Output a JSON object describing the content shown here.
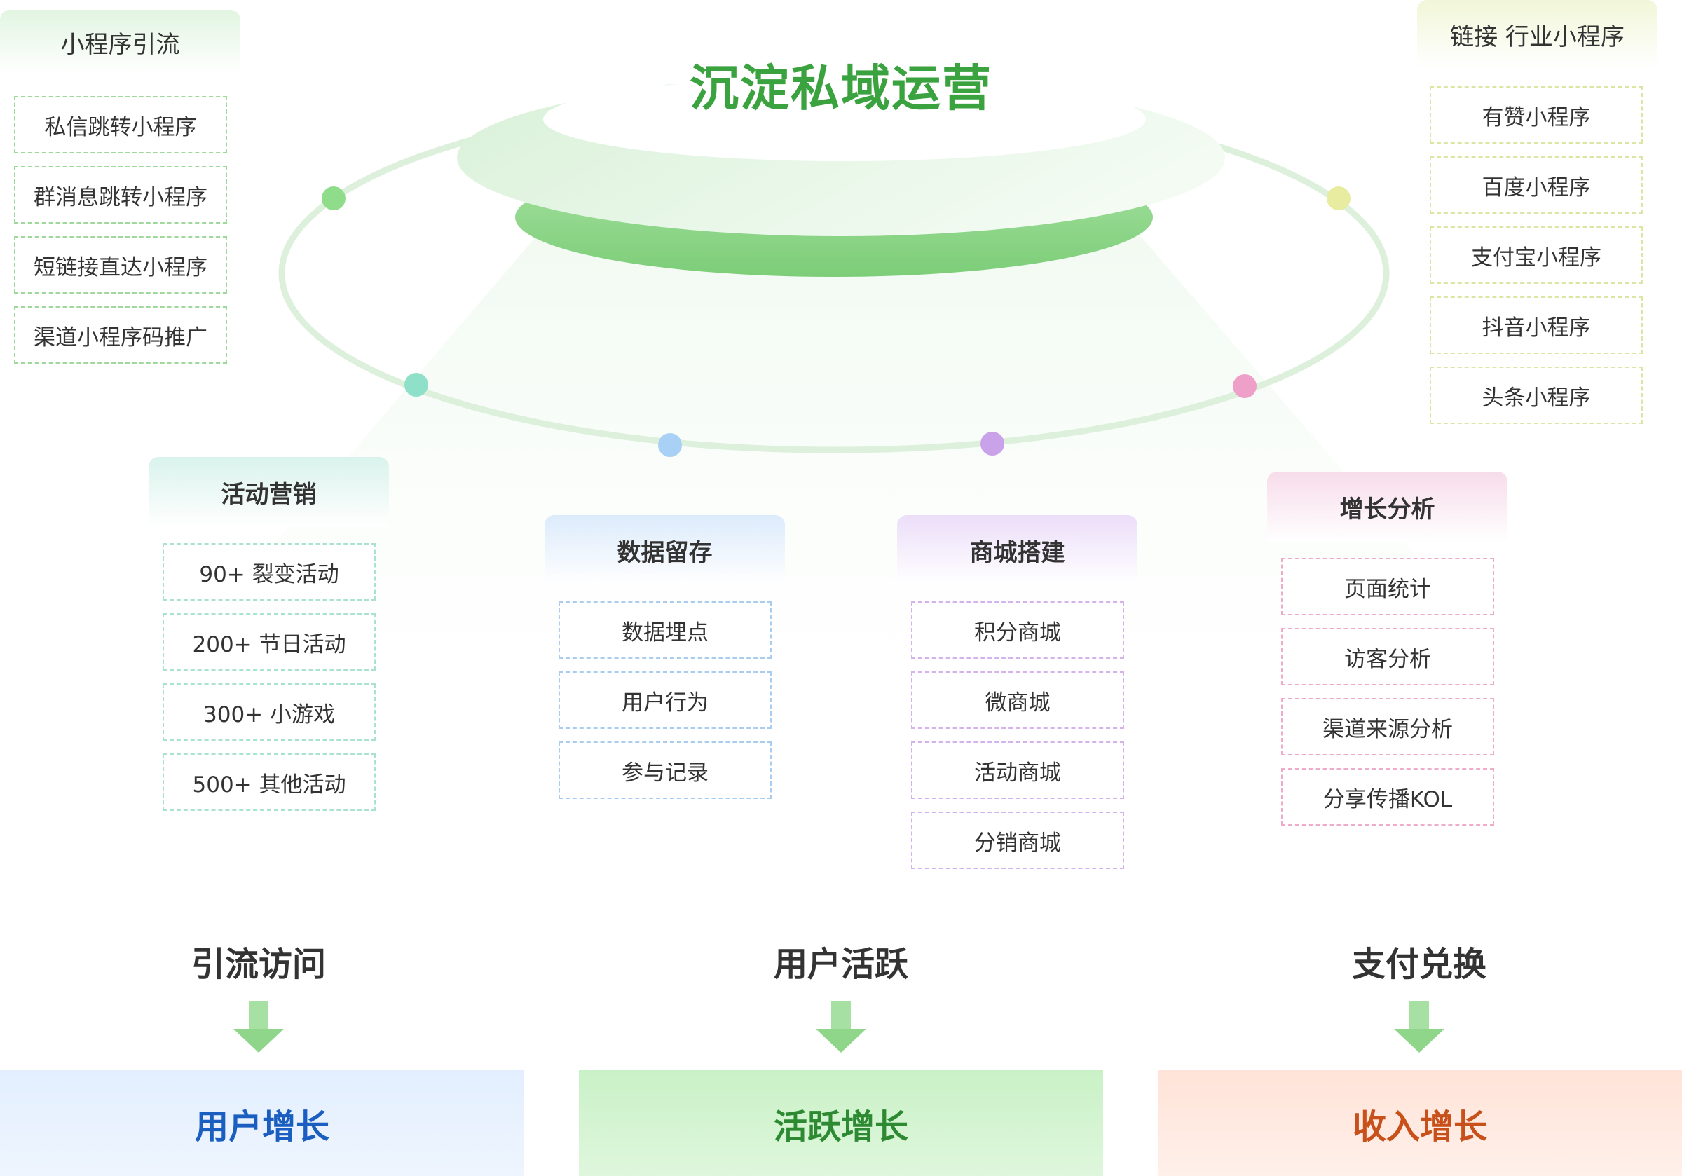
{
  "title": "沉淀私域运营",
  "groups": {
    "traffic": {
      "title": "小程序引流",
      "items": [
        "私信跳转小程序",
        "群消息跳转小程序",
        "短链接直达小程序",
        "渠道小程序码推广"
      ]
    },
    "industry": {
      "title": "链接 行业小程序",
      "items": [
        "有赞小程序",
        "百度小程序",
        "支付宝小程序",
        "抖音小程序",
        "头条小程序"
      ]
    },
    "marketing": {
      "title": "活动营销",
      "items": [
        "90+ 裂变活动",
        "200+ 节日活动",
        "300+ 小游戏",
        "500+ 其他活动"
      ]
    },
    "data": {
      "title": "数据留存",
      "items": [
        "数据埋点",
        "用户行为",
        "参与记录"
      ]
    },
    "mall": {
      "title": "商城搭建",
      "items": [
        "积分商城",
        "微商城",
        "活动商城",
        "分销商城"
      ]
    },
    "growth": {
      "title": "增长分析",
      "items": [
        "页面统计",
        "访客分析",
        "渠道来源分析",
        "分享传播KOL"
      ]
    }
  },
  "phases": [
    "引流访问",
    "用户活跃",
    "支付兑换"
  ],
  "results": [
    "用户增长",
    "活跃增长",
    "收入增长"
  ],
  "colors": {
    "title": "#3aa23e",
    "result_user": "#1a5fc0",
    "result_active": "#2d8a33",
    "result_income": "#c8501a",
    "dot_green": "#8fdc8a",
    "dot_teal": "#8fe0c8",
    "dot_blue": "#a9d1f5",
    "dot_purple": "#caa2ea",
    "dot_pink": "#eea0c8",
    "dot_yellow": "#e8eca0"
  }
}
